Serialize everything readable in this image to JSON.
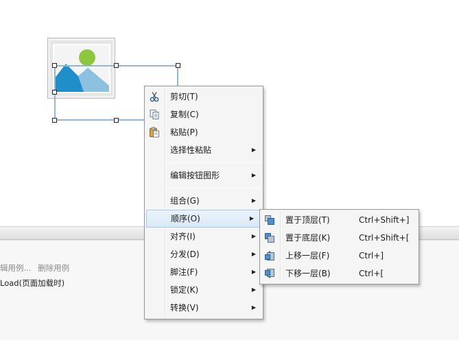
{
  "context_menu": {
    "items": [
      {
        "label": "剪切(T)",
        "icon": "scissors-icon"
      },
      {
        "label": "复制(C)",
        "icon": "copy-icon"
      },
      {
        "label": "粘贴(P)",
        "icon": "paste-icon"
      },
      {
        "label": "选择性粘贴",
        "submenu": true
      },
      {
        "label": "编辑按钮图形",
        "submenu": true
      },
      {
        "label": "组合(G)",
        "submenu": true
      },
      {
        "label": "顺序(O)",
        "submenu": true,
        "highlighted": true
      },
      {
        "label": "对齐(I)",
        "submenu": true
      },
      {
        "label": "分发(D)",
        "submenu": true
      },
      {
        "label": "脚注(F)",
        "submenu": true
      },
      {
        "label": "锁定(K)",
        "submenu": true
      },
      {
        "label": "转换(V)",
        "submenu": true
      }
    ]
  },
  "order_submenu": {
    "items": [
      {
        "label": "置于顶层(T)",
        "shortcut": "Ctrl+Shift+]",
        "icon": "bring-to-front-icon"
      },
      {
        "label": "置于底层(K)",
        "shortcut": "Ctrl+Shift+[",
        "icon": "send-to-back-icon"
      },
      {
        "label": "上移一层(F)",
        "shortcut": "Ctrl+]",
        "icon": "bring-forward-icon"
      },
      {
        "label": "下移一层(B)",
        "shortcut": "Ctrl+[",
        "icon": "send-backward-icon"
      }
    ]
  },
  "bottom_panel": {
    "link_edit": "辑用例...",
    "link_delete": "删除用例",
    "event_label": "Load(页面加载时)"
  },
  "colors": {
    "accent_selection": "#8fb7d8",
    "menu_highlight": "#d9e9f8",
    "image_sky": "#1f8fc9",
    "image_sun": "#8dc63f"
  }
}
